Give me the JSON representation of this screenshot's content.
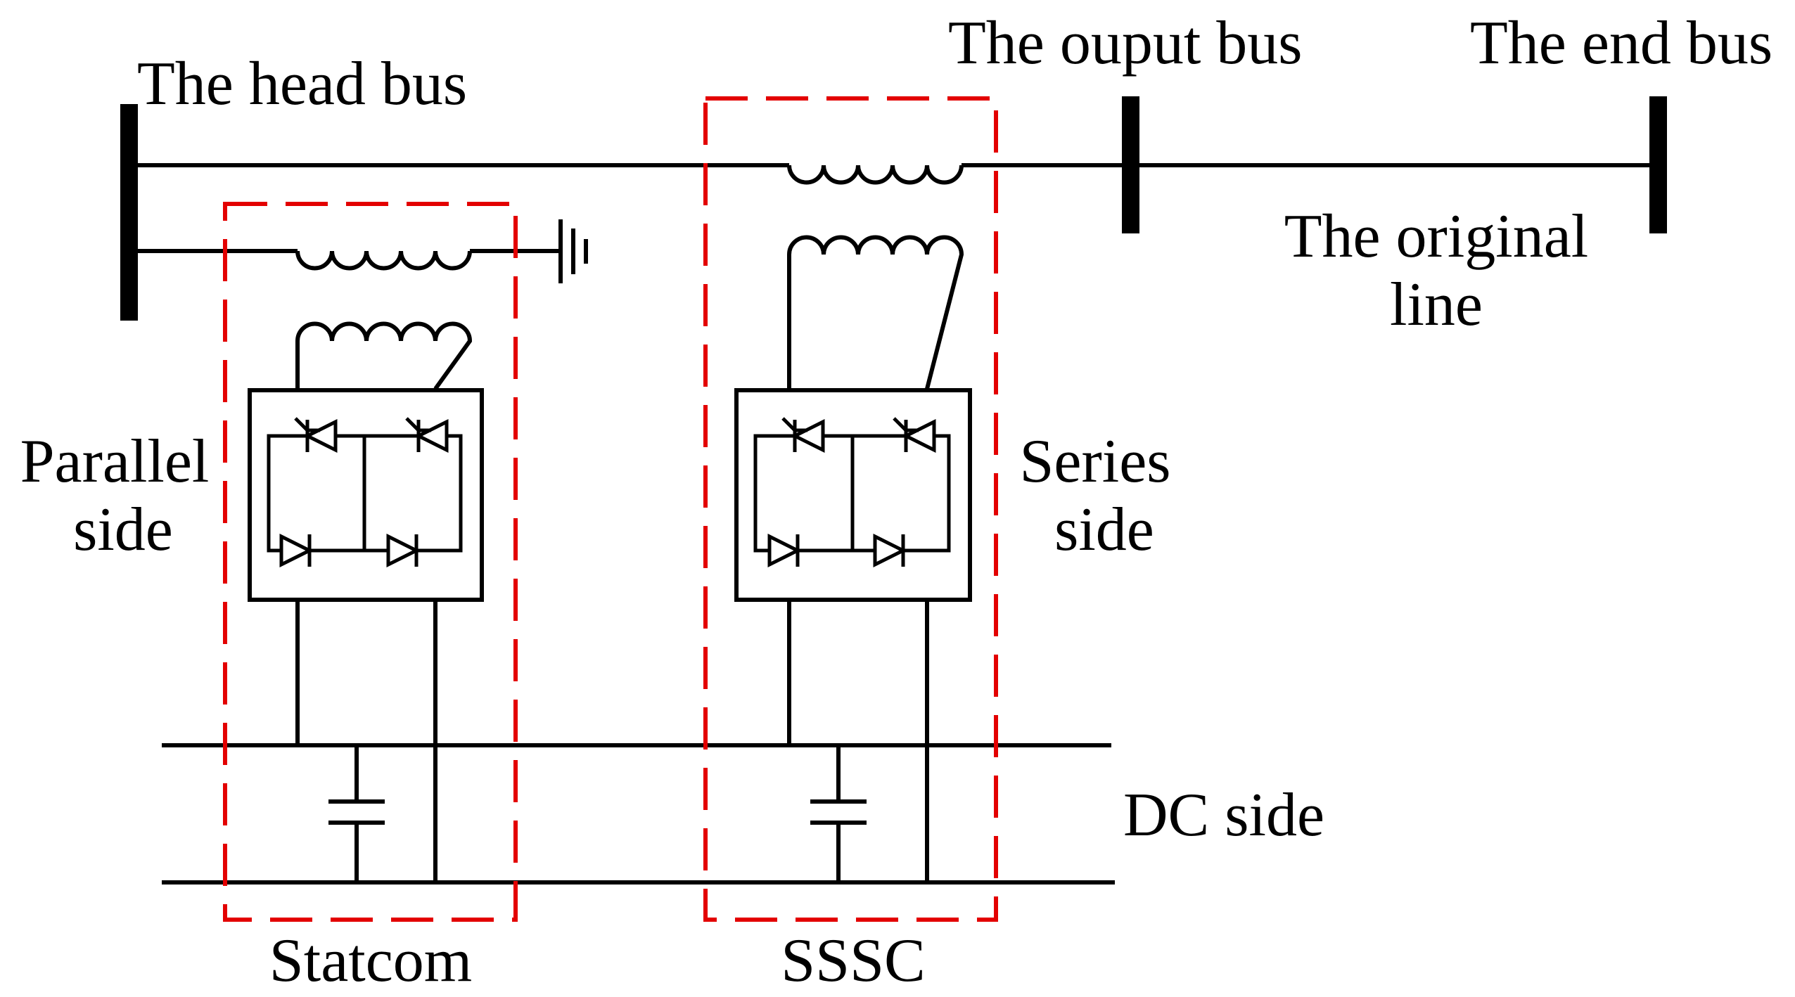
{
  "labels": {
    "head_bus": "The head bus",
    "output_bus": "The ouput bus",
    "end_bus": "The end bus",
    "original_line_1": "The original",
    "original_line_2": "line",
    "parallel_side_1": "Parallel",
    "parallel_side_2": "side",
    "series_side_1": "Series",
    "series_side_2": "side",
    "dc_side": "DC side",
    "statcom": "Statcom",
    "sssc": "SSSC"
  },
  "colors": {
    "line": "#000000",
    "dashed_box": "#e30000",
    "background": "#ffffff"
  }
}
